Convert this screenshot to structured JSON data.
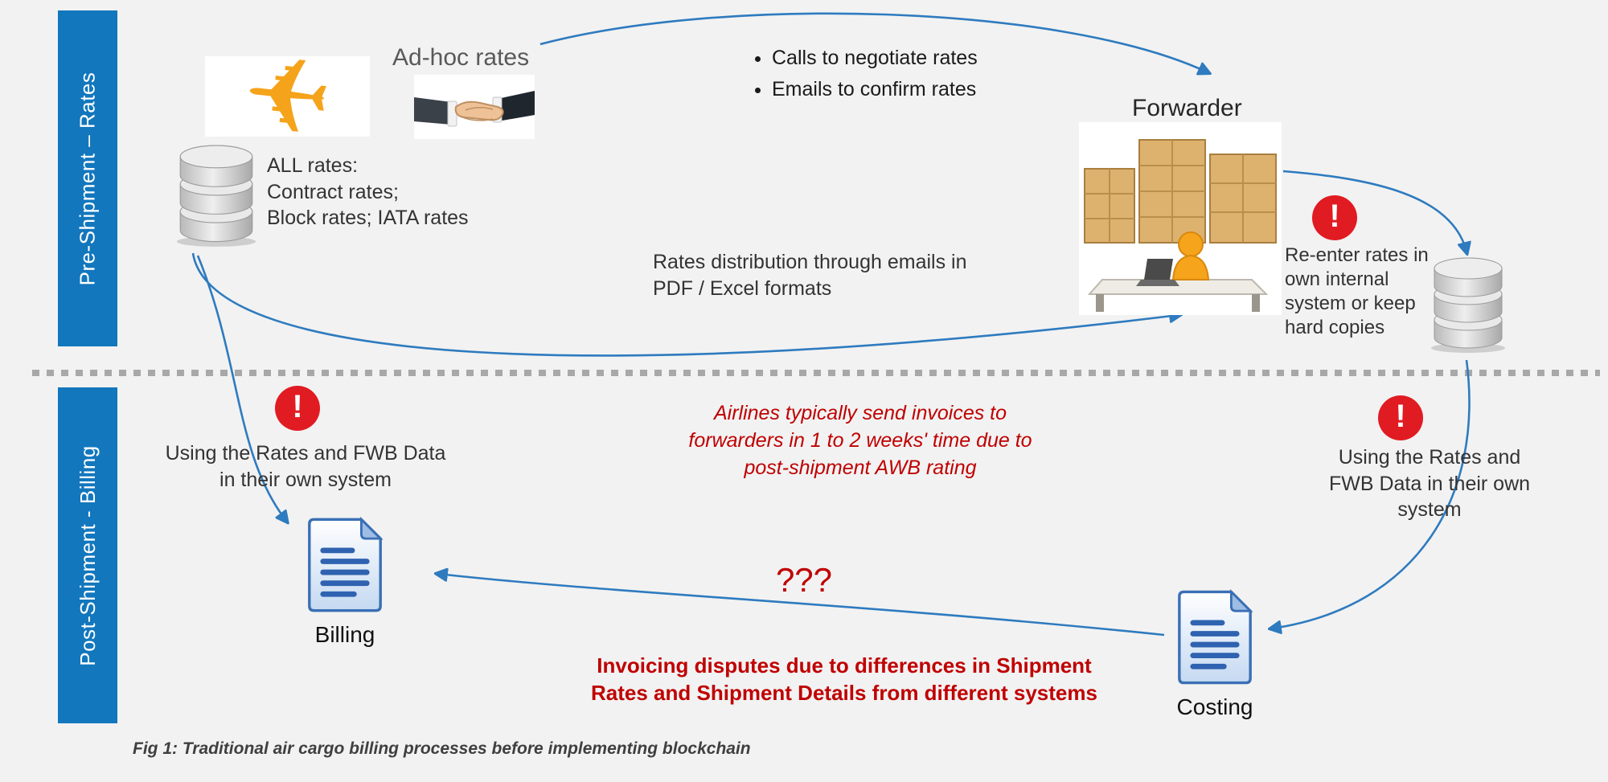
{
  "caption": "Fig 1: Traditional air cargo billing processes before implementing blockchain",
  "bands": {
    "pre_shipment": "Pre-Shipment – Rates",
    "post_shipment": "Post-Shipment - Billing"
  },
  "pre": {
    "adhoc_label": "Ad-hoc rates",
    "rates_lines": [
      "ALL rates:",
      "Contract rates;",
      "Block rates; IATA rates"
    ],
    "bullets": [
      "Calls to negotiate rates",
      "Emails to confirm rates"
    ],
    "forwarder_label": "Forwarder",
    "reenter_note": "Re-enter rates in own internal system or keep hard copies",
    "distribution_note": "Rates distribution through emails in PDF / Excel formats"
  },
  "post": {
    "airline_warning": "Using the Rates and FWB Data in their own system",
    "forwarder_warning": "Using the Rates and FWB Data in their own system",
    "invoice_delay_note": "Airlines typically send invoices to forwarders in 1 to 2 weeks' time due to post-shipment AWB rating",
    "question_marks": "???",
    "dispute_note": "Invoicing disputes due to differences in Shipment Rates and Shipment Details from different systems",
    "billing_label": "Billing",
    "costing_label": "Costing"
  },
  "icons": {
    "airplane_glyph": "✈",
    "alert_glyph": "!"
  },
  "colors": {
    "band_blue": "#1277bd",
    "arrow_blue": "#2e7bbf",
    "alert_red": "#e11b22",
    "note_red": "#c00000",
    "text_dark": "#333333",
    "muted_gray": "#595959",
    "divider_gray": "#a8a8a8",
    "plane_orange": "#f5a31a"
  }
}
